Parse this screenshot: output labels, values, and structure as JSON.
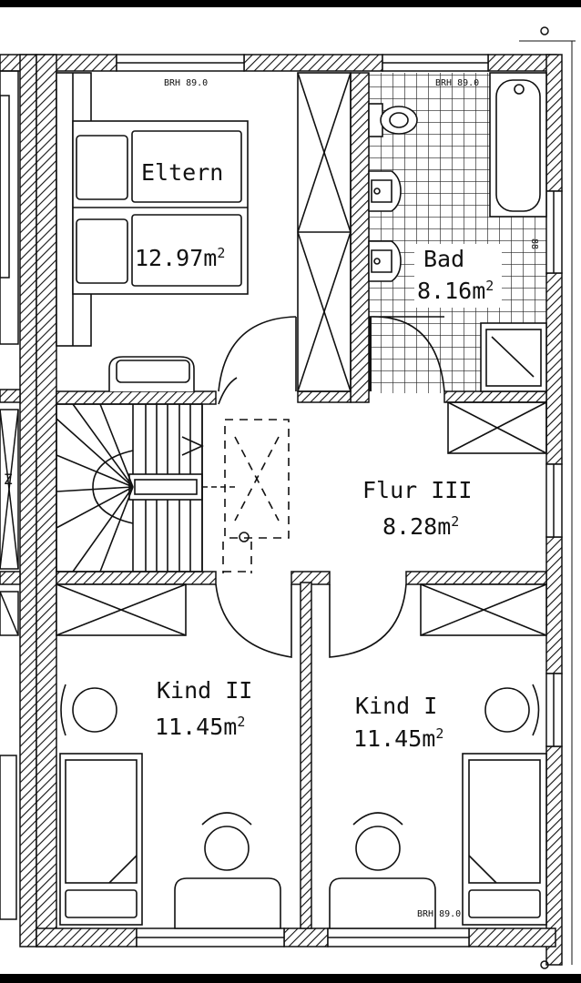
{
  "rooms": {
    "eltern": {
      "name": "Eltern",
      "area_num": "12.97m",
      "area_sup": "2"
    },
    "bad": {
      "name": "Bad",
      "area_num": "8.16m",
      "area_sup": "2"
    },
    "flur": {
      "name": "Flur III",
      "area_num": "8.28m",
      "area_sup": "2"
    },
    "kind2": {
      "name": "Kind II",
      "area_num": "11.45m",
      "area_sup": "2"
    },
    "kind1": {
      "name": "Kind I",
      "area_num": "11.45m",
      "area_sup": "2"
    }
  },
  "notes": {
    "brh_top_left": "BRH 89.0",
    "brh_top_right": "BRH 89.0",
    "brh_bottom_right": "BRH 89.0",
    "brh_side": "88",
    "stair_cut": "Z"
  }
}
